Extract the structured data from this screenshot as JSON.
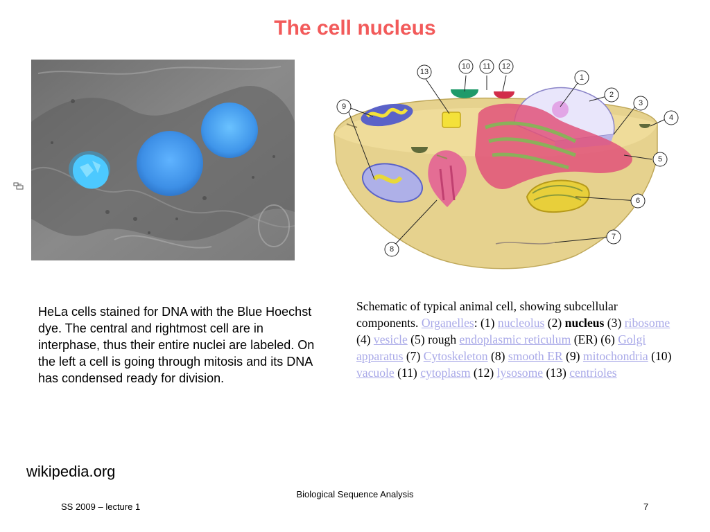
{
  "slide": {
    "title": "The cell nucleus",
    "title_color": "#f25a5a"
  },
  "photo": {
    "description_icon": "slide-object-icon"
  },
  "cell_diagram": {
    "callouts": [
      "1",
      "2",
      "3",
      "4",
      "5",
      "6",
      "7",
      "8",
      "9",
      "10",
      "11",
      "12",
      "13"
    ]
  },
  "hela_caption": "HeLa cells stained for DNA with the Blue Hoechst dye. The central and rightmost cell are in interphase, thus their entire nuclei are labeled. On the left a cell is going through mitosis and its DNA has condensed ready for division.",
  "schematic_caption": {
    "intro": "Schematic of typical animal cell, showing subcellular components. ",
    "organelles": "Organelles",
    "colon": ": (1) ",
    "nucleolus": "nucleolus",
    "t2": " (2) ",
    "nucleus": "nucleus",
    "t3": " (3) ",
    "ribosome": "ribosome",
    "t4": " (4) ",
    "vesicle": "vesicle",
    "t5": " (5) rough ",
    "endoplasmic_reticulum": "endoplasmic reticulum",
    "t6": " (ER) (6) ",
    "golgi": "Golgi apparatus",
    "t7": " (7) ",
    "cytoskeleton": "Cytoskeleton",
    "t8": " (8) ",
    "smooth_er": "smooth ER",
    "t9": " (9) ",
    "mitochondria": "mitochondria",
    "t10": " (10) ",
    "vacuole": "vacuole",
    "t11": " (11) ",
    "cytoplasm": "cytoplasm",
    "t12": " (12) ",
    "lysosome": "lysosome",
    "t13": " (13) ",
    "centrioles": "centrioles",
    "link_color": "#a9a9e8"
  },
  "source": "wikipedia.org",
  "footer": {
    "center": "Biological Sequence Analysis",
    "left": "SS 2009 – lecture 1",
    "page_number": "7"
  }
}
